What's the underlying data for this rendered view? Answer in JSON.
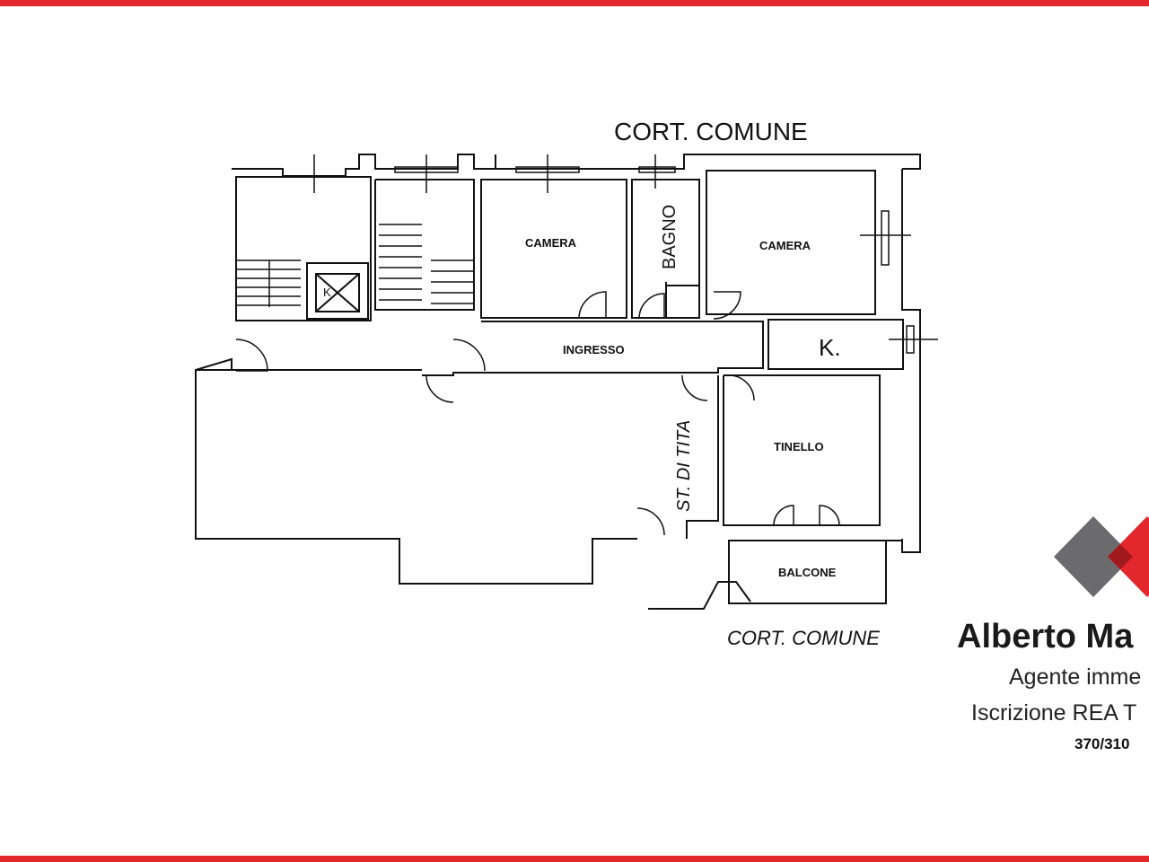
{
  "plan": {
    "north_label": "CORT.  COMUNE",
    "south_label": "CORT.  COMUNE",
    "rooms": {
      "camera_1": "CAMERA",
      "bagno": "BAGNO",
      "camera_2": "CAMERA",
      "ingresso": "INGRESSO",
      "k_kitchen": "K.",
      "tinello": "TINELLO",
      "st_di_tita": "ST. DI TITA",
      "balcone": "BALCONE",
      "lift_k": "K"
    }
  },
  "brand": {
    "name": "Alberto Ma",
    "role": "Agente immе",
    "rea": "Iscrizione REA T",
    "number": "370/310",
    "colors": {
      "red": "#e3282d",
      "grey": "#6b6b6d"
    }
  },
  "frame_color": "#e3282d"
}
